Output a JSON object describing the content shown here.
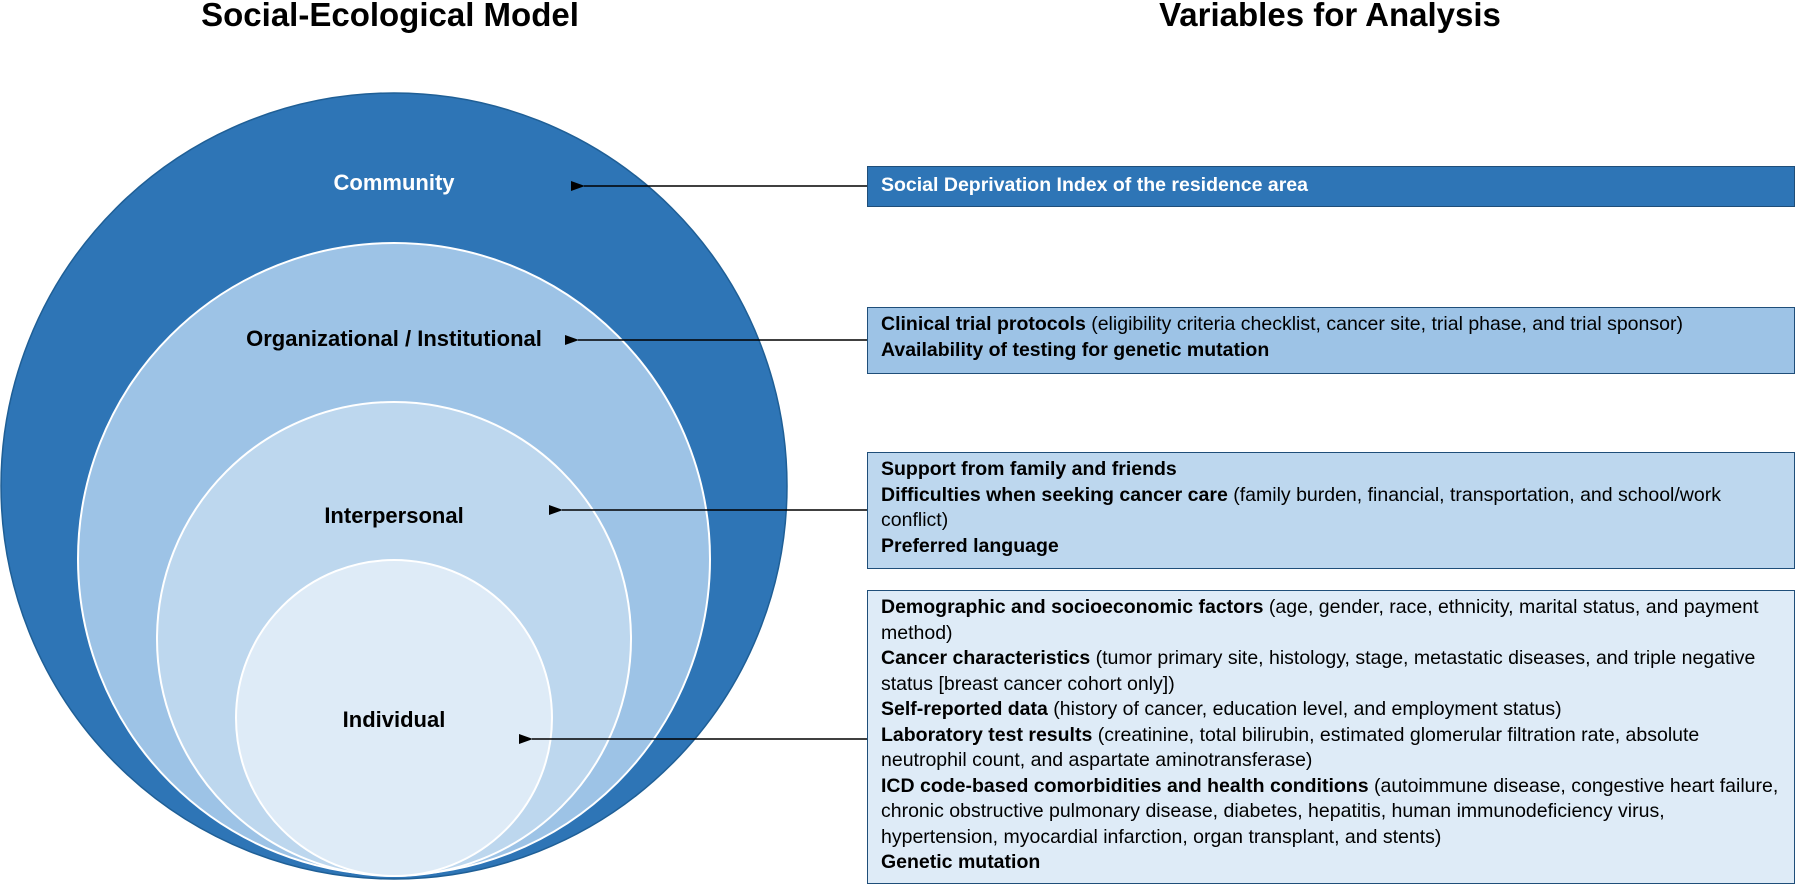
{
  "titles": {
    "left": "Social-Ecological Model",
    "right": "Variables for Analysis"
  },
  "colors": {
    "community": "#2e75b6",
    "organizational": "#9dc3e6",
    "interpersonal": "#bdd7ee",
    "individual": "#deebf7",
    "arrow": "#000000"
  },
  "levels": {
    "community": "Community",
    "organizational": "Organizational / Institutional",
    "interpersonal": "Interpersonal",
    "individual": "Individual"
  },
  "variables": {
    "community": [
      {
        "bold": "Social Deprivation Index of the residence area",
        "rest": ""
      }
    ],
    "organizational": [
      {
        "bold": "Clinical trial protocols",
        "rest": " (eligibility criteria checklist, cancer site, trial phase, and trial sponsor)"
      },
      {
        "bold": "Availability of testing for genetic mutation",
        "rest": ""
      }
    ],
    "interpersonal": [
      {
        "bold": "Support from family and friends",
        "rest": ""
      },
      {
        "bold": "Difficulties when seeking cancer care",
        "rest": " (family burden, financial, transportation, and school/work conflict)"
      },
      {
        "bold": "Preferred language",
        "rest": ""
      }
    ],
    "individual": [
      {
        "bold": "Demographic and socioeconomic factors",
        "rest": " (age, gender, race, ethnicity, marital status, and payment method)"
      },
      {
        "bold": "Cancer characteristics",
        "rest": " (tumor primary site, histology, stage, metastatic diseases, and triple negative status [breast cancer cohort only])"
      },
      {
        "bold": "Self-reported data",
        "rest": " (history of cancer, education level, and employment status)"
      },
      {
        "bold": "Laboratory test results",
        "rest": " (creatinine, total bilirubin, estimated glomerular filtration rate, absolute neutrophil count, and aspartate aminotransferase)"
      },
      {
        "bold": "ICD code-based comorbidities and health conditions",
        "rest": " (autoimmune disease, congestive heart failure, chronic obstructive pulmonary disease, diabetes, hepatitis, human immunodeficiency virus, hypertension, myocardial infarction, organ transplant, and stents)"
      },
      {
        "bold": "Genetic mutation",
        "rest": ""
      }
    ]
  }
}
